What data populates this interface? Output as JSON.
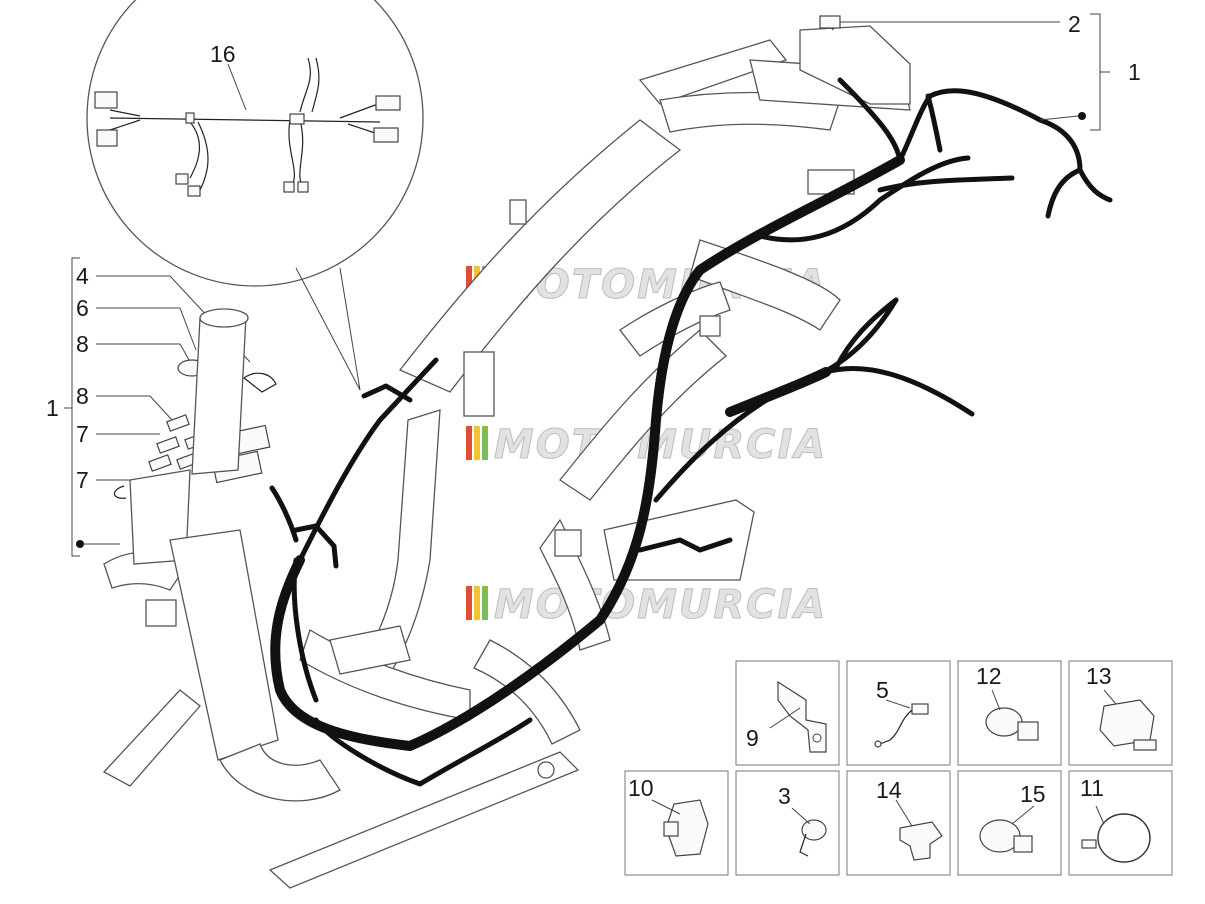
{
  "callouts": {
    "c1_top": "1",
    "c2": "2",
    "c1_left": "1",
    "c4": "4",
    "c6": "6",
    "c8a": "8",
    "c8b": "8",
    "c7a": "7",
    "c7b": "7",
    "c16": "16"
  },
  "parts_grid": [
    {
      "id": "9"
    },
    {
      "id": "5"
    },
    {
      "id": "12"
    },
    {
      "id": "13"
    },
    {
      "id": "10"
    },
    {
      "id": "3"
    },
    {
      "id": "14"
    },
    {
      "id": "15"
    },
    {
      "id": "11"
    }
  ],
  "watermarks": [
    "MOTOMURCIA",
    "MOTOMURCIA",
    "MOTOMURCIA"
  ],
  "colors": {
    "harness": "#111111",
    "frame_outline": "#555555",
    "watermark_red": "#e24b3b",
    "watermark_yellow": "#f2c230",
    "watermark_green": "#7bbf5a"
  }
}
